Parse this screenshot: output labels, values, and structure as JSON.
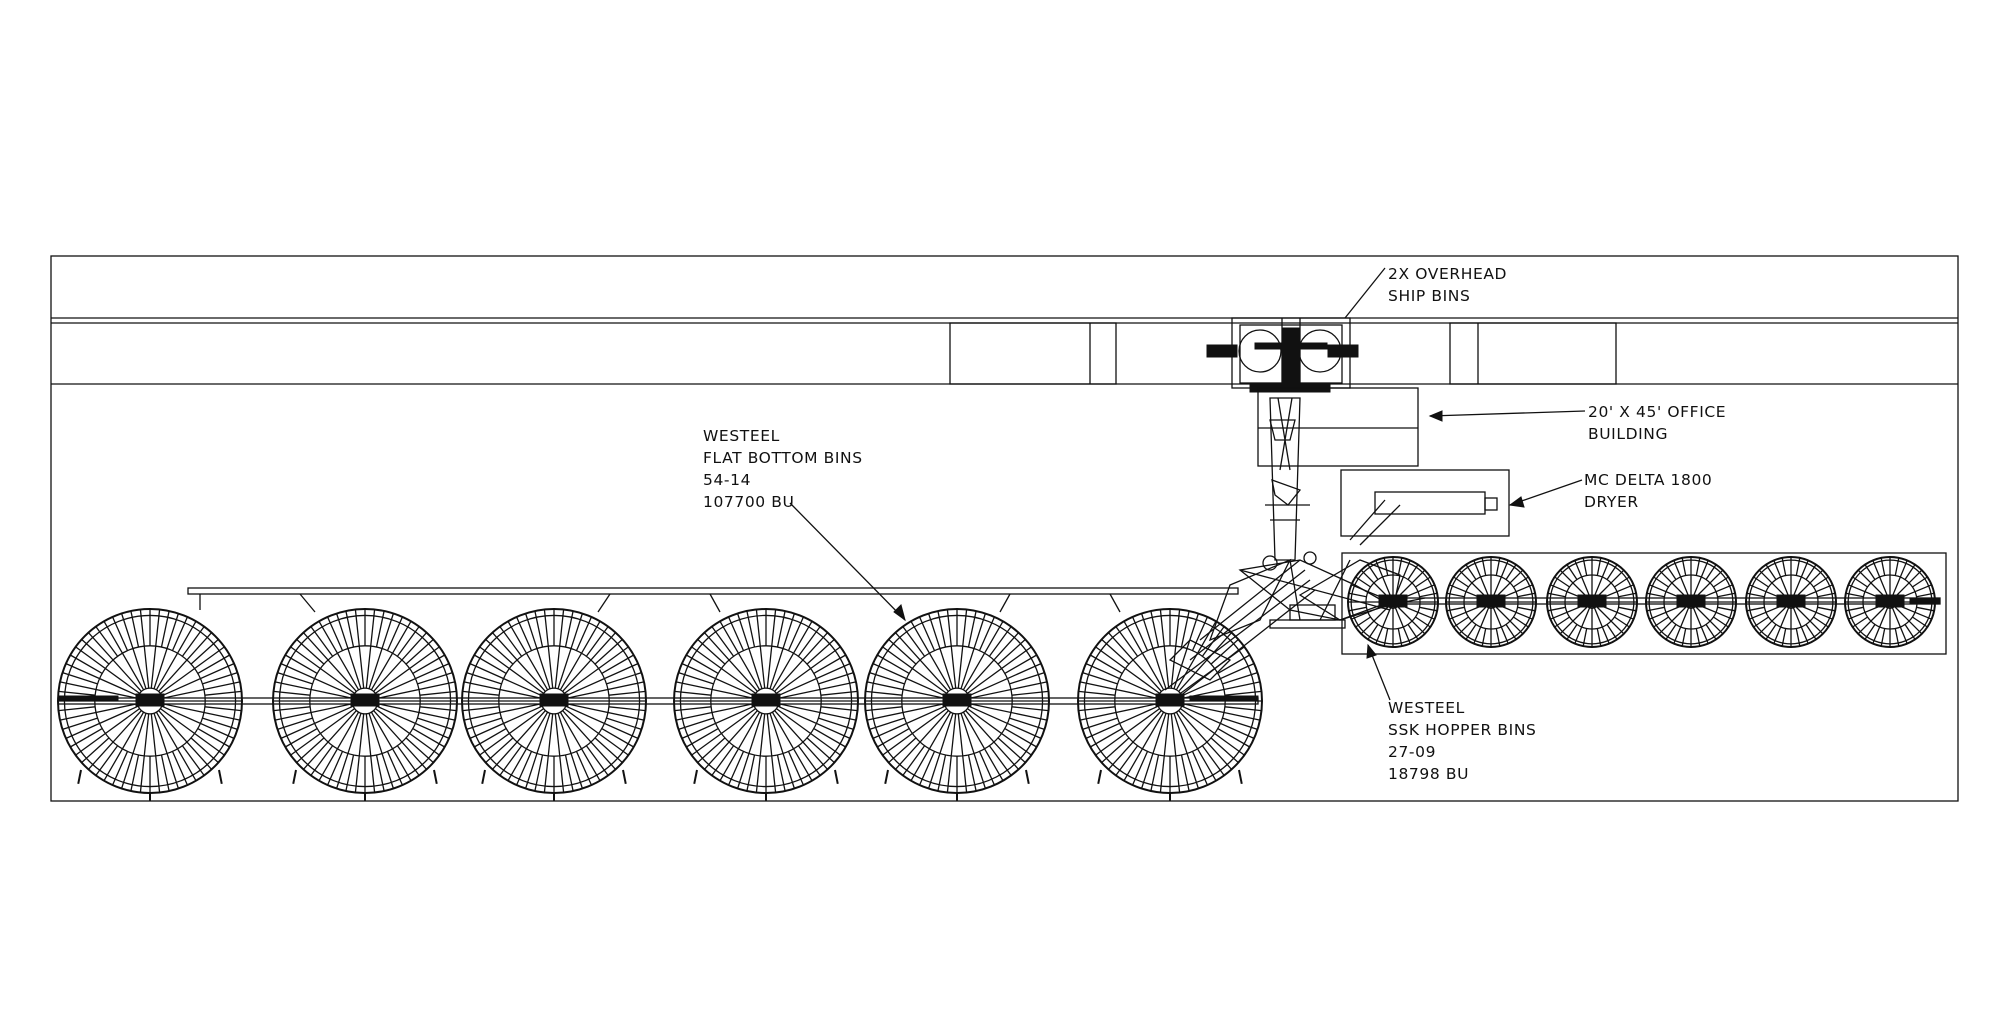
{
  "drawing": {
    "labels": {
      "ship_bins": [
        "2X OVERHEAD",
        "SHIP BINS"
      ],
      "office": [
        "20' X 45' OFFICE",
        "BUILDING"
      ],
      "dryer": [
        "MC DELTA 1800",
        "DRYER"
      ],
      "flat_bins": [
        "WESTEEL",
        "FLAT BOTTOM BINS",
        "54-14",
        "107700 BU"
      ],
      "hopper_bins": [
        "WESTEEL",
        "SSK HOPPER BINS",
        "27-09",
        "18798 BU"
      ]
    },
    "flat_bottom_bin_count": 6,
    "hopper_bin_count": 6,
    "line_color": "#111111",
    "background": "#ffffff"
  }
}
